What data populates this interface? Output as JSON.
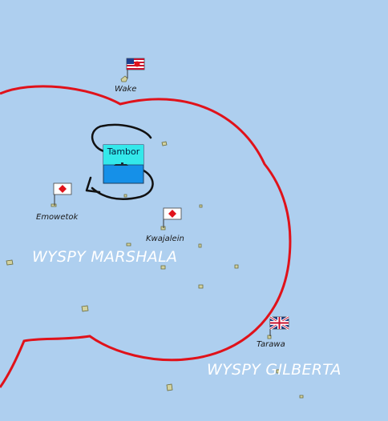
{
  "map": {
    "places": {
      "wake": "Wake",
      "enewetak": "Emowetok",
      "kwajalein": "Kwajalein",
      "tarawa": "Tarawa"
    },
    "regions": {
      "marshall": "WYSPY MARSHALA",
      "gilbert": "WYSPY GILBERTA"
    },
    "unit": {
      "name": "Tambor"
    },
    "colors": {
      "ocean": "#aecfef",
      "zone_border": "#e0121a",
      "island": "#d2d2a0",
      "unit_top": "#33e8ea",
      "unit_bottom": "#1590e8",
      "route_arrow": "#111111"
    },
    "flags": {
      "wake": "us-flag-icon",
      "enewetak": "japan-flag-icon",
      "kwajalein": "japan-flag-icon",
      "tarawa": "uk-flag-icon"
    }
  }
}
